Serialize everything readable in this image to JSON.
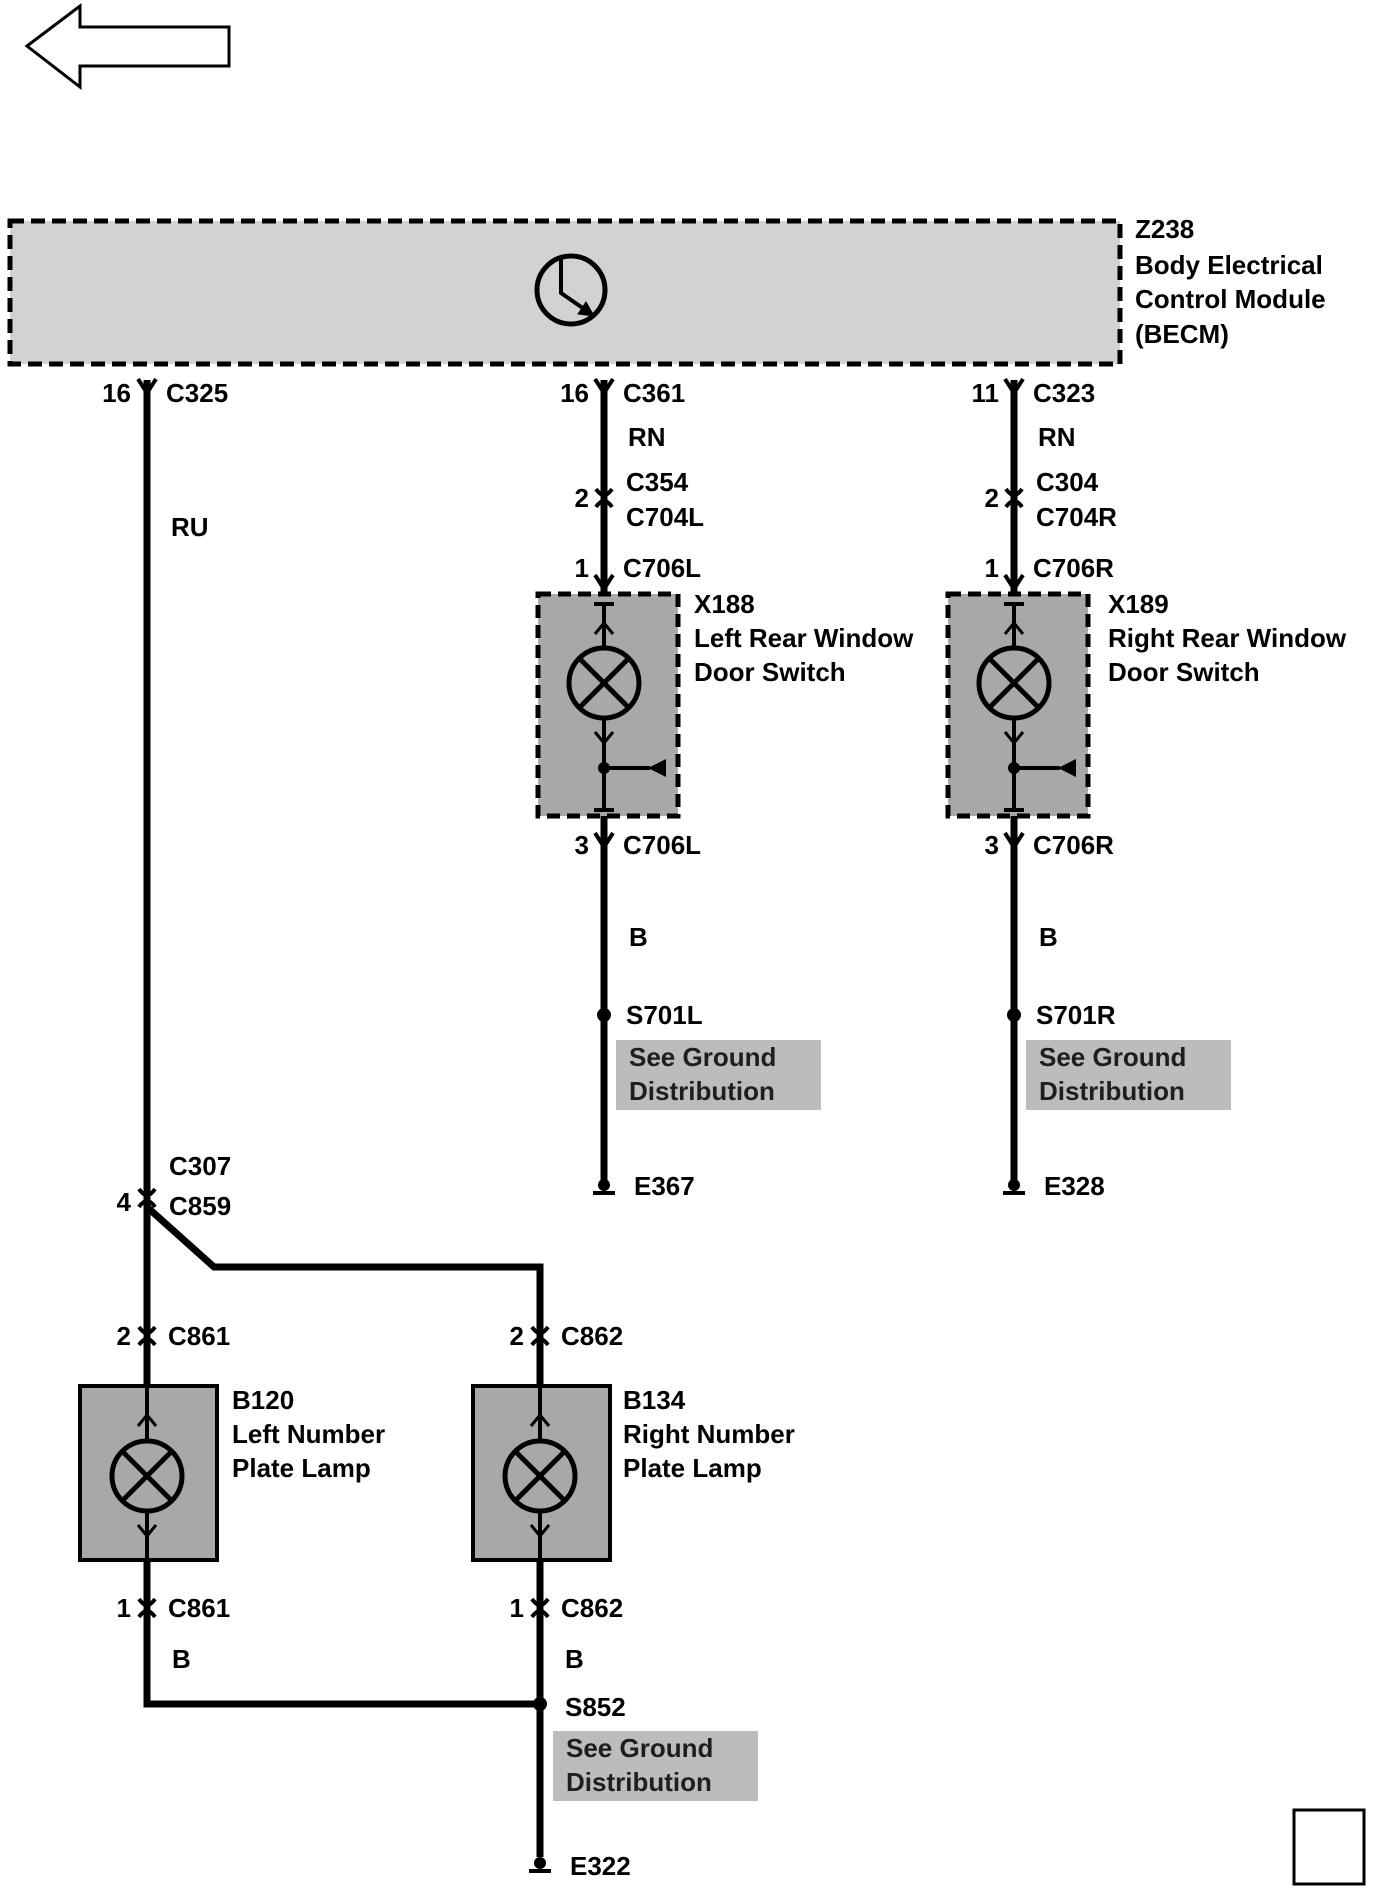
{
  "colors": {
    "wire": "#000000",
    "module_fill": "#d2d2d2",
    "component_fill": "#a8a8a8",
    "note_fill": "#bcbcbc"
  },
  "icons": {
    "back": "arrow-left-icon",
    "module": "transistor-icon",
    "lamp": "lamp-icon",
    "switch": "switch-contact-icon",
    "ground": "ground-icon"
  },
  "module": {
    "id": "Z238",
    "name": [
      "Body Electrical",
      "Control Module",
      "(BECM)"
    ]
  },
  "lamp_feed": {
    "pin": "16",
    "connector": "C325",
    "wire_color": "RU",
    "inline_pin": "4",
    "inline_connector_a": "C307",
    "inline_connector_b": "C859"
  },
  "left_switch": {
    "module_pin": "16",
    "module_connector": "C361",
    "wire_color": "RN",
    "inline_pin": "2",
    "inline_connector_a": "C354",
    "inline_connector_b": "C704L",
    "in_pin": "1",
    "in_connector": "C706L",
    "id": "X188",
    "name": [
      "Left Rear Window",
      "Door Switch"
    ],
    "out_pin": "3",
    "out_connector": "C706L",
    "ground_wire_color": "B",
    "splice": "S701L",
    "note": [
      "See Ground",
      "Distribution"
    ],
    "ground": "E367"
  },
  "right_switch": {
    "module_pin": "11",
    "module_connector": "C323",
    "wire_color": "RN",
    "inline_pin": "2",
    "inline_connector_a": "C304",
    "inline_connector_b": "C704R",
    "in_pin": "1",
    "in_connector": "C706R",
    "id": "X189",
    "name": [
      "Right Rear Window",
      "Door Switch"
    ],
    "out_pin": "3",
    "out_connector": "C706R",
    "ground_wire_color": "B",
    "splice": "S701R",
    "note": [
      "See Ground",
      "Distribution"
    ],
    "ground": "E328"
  },
  "left_lamp": {
    "in_pin": "2",
    "in_connector": "C861",
    "id": "B120",
    "name": [
      "Left Number",
      "Plate Lamp"
    ],
    "out_pin": "1",
    "out_connector": "C861",
    "ground_wire_color": "B"
  },
  "right_lamp": {
    "in_pin": "2",
    "in_connector": "C862",
    "id": "B134",
    "name": [
      "Right Number",
      "Plate Lamp"
    ],
    "out_pin": "1",
    "out_connector": "C862",
    "ground_wire_color": "B"
  },
  "lamp_ground": {
    "splice": "S852",
    "note": [
      "See Ground",
      "Distribution"
    ],
    "ground": "E322"
  }
}
